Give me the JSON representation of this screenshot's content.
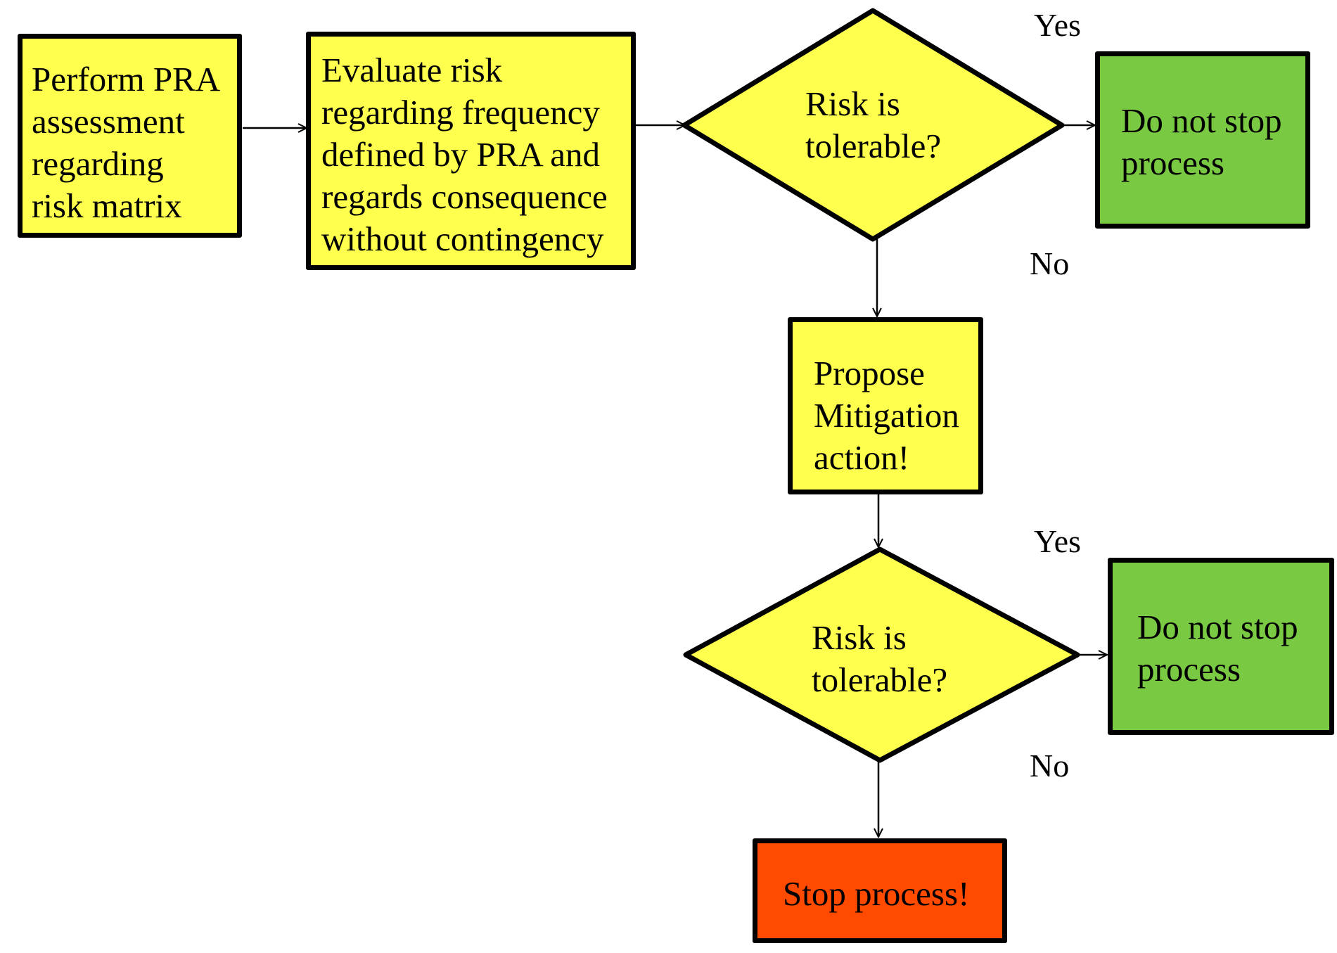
{
  "colors": {
    "process": "#ffff4d",
    "outcome_ok": "#7ac943",
    "outcome_stop": "#ff4a00",
    "stroke": "#000000"
  },
  "nodes": {
    "perform_pra": {
      "label": "Perform PRA\nassessment\nregarding\nrisk matrix"
    },
    "evaluate_risk": {
      "label": "Evaluate risk\nregarding frequency\ndefined by PRA and\nregards consequence\nwithout contingency"
    },
    "decision_1": {
      "label": "Risk is\ntolerable?"
    },
    "do_not_stop_1": {
      "label": "Do not stop\nprocess"
    },
    "propose_mitigation": {
      "label": "Propose\nMitigation\naction!"
    },
    "decision_2": {
      "label": "Risk is\ntolerable?"
    },
    "do_not_stop_2": {
      "label": "Do not stop\nprocess"
    },
    "stop_process": {
      "label": "Stop process!"
    }
  },
  "edge_labels": {
    "decision_1_yes": "Yes",
    "decision_1_no": "No",
    "decision_2_yes": "Yes",
    "decision_2_no": "No"
  }
}
